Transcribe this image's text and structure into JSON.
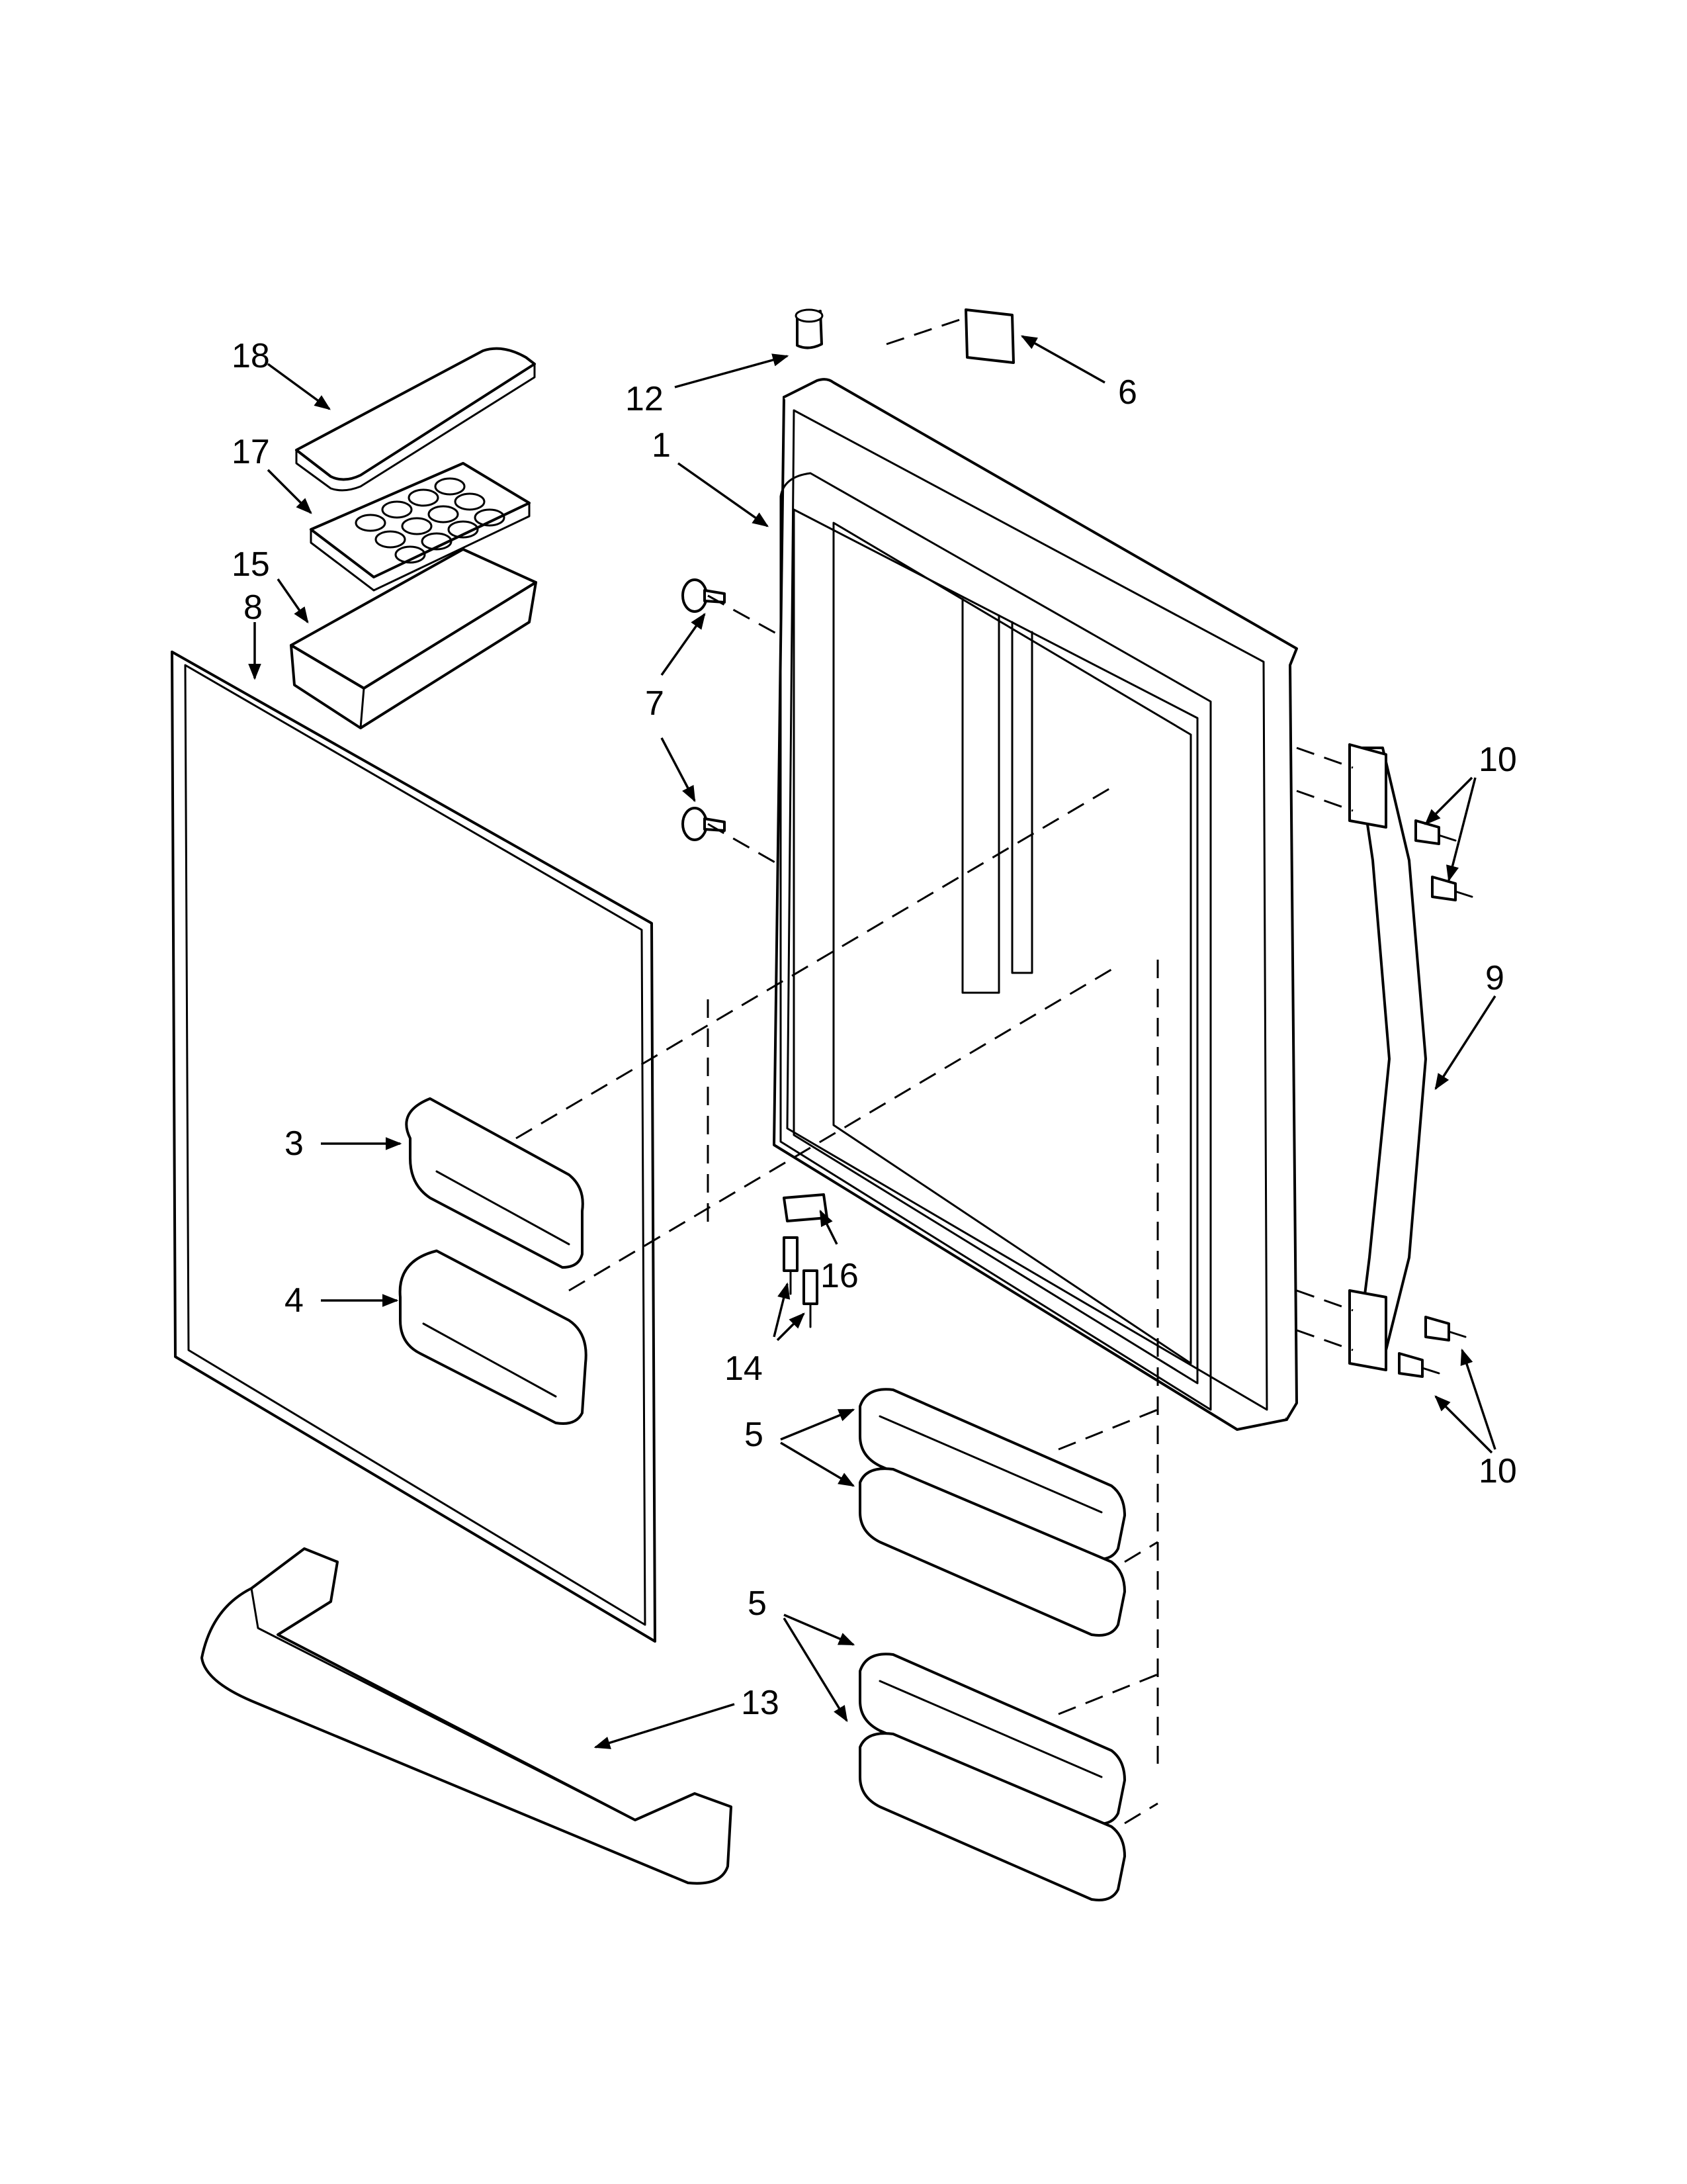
{
  "diagram": {
    "callouts": {
      "c1": "1",
      "c3": "3",
      "c4": "4",
      "c5a": "5",
      "c5b": "5",
      "c6": "6",
      "c7": "7",
      "c8": "8",
      "c9": "9",
      "c10a": "10",
      "c10b": "10",
      "c12": "12",
      "c13": "13",
      "c14": "14",
      "c15": "15",
      "c16": "16",
      "c17": "17",
      "c18": "18"
    }
  }
}
